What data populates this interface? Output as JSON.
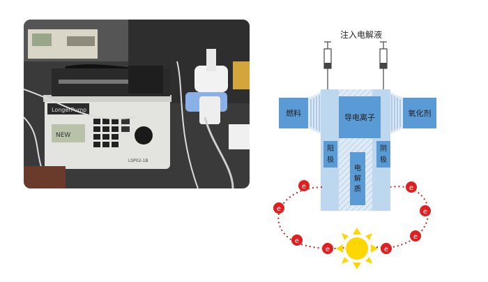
{
  "diagram": {
    "injection_label": "注入电解液",
    "fuel_label": "燃料",
    "oxidant_label": "氧化剂",
    "ion_label": "导电离子",
    "anode_label": [
      "阳",
      "极"
    ],
    "cathode_label": [
      "阴",
      "极"
    ],
    "electrolyte_label": [
      "电",
      "解",
      "质"
    ],
    "electron_symbol": "e"
  },
  "photo": {
    "device_brand": "LongerPump",
    "device_model": "LSP02-1B",
    "screen_text": "NEW"
  },
  "colors": {
    "block_fill": "#5b9bd5",
    "light_fill": "#bdd7ee",
    "border_fill": "#deebf7",
    "electron": "#e02020",
    "sun": "#ffd700"
  }
}
